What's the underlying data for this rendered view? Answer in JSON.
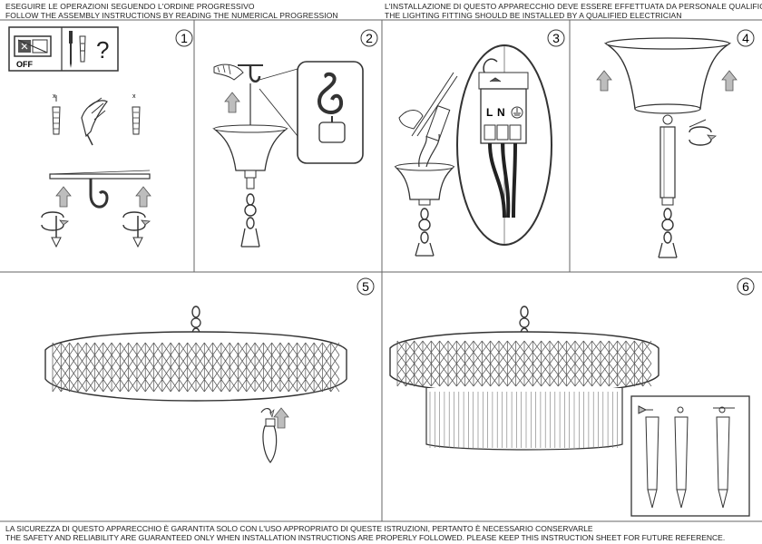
{
  "header_left": {
    "line1": "ESEGUIRE LE OPERAZIONI SEGUENDO L'ORDINE PROGRESSIVO",
    "line2": "FOLLOW THE ASSEMBLY INSTRUCTIONS BY READING THE NUMERICAL PROGRESSION"
  },
  "header_right": {
    "line1": "L'INSTALLAZIONE DI QUESTO APPARECCHIO DEVE ESSERE EFFETTUATA DA PERSONALE QUALIFICATO",
    "line2": "THE LIGHTING FITTING SHOULD BE INSTALLED BY A QUALIFIED ELECTRICIAN"
  },
  "footer": {
    "line1": "LA SICUREZZA DI QUESTO APPARECCHIO È GARANTITA SOLO CON L'USO APPROPRIATO DI QUESTE ISTRUZIONI, PERTANTO È NECESSARIO CONSERVARLE",
    "line2": "THE SAFETY AND RELIABILITY ARE GUARANTEED ONLY WHEN INSTALLATION INSTRUCTIONS ARE PROPERLY FOLLOWED. PLEASE KEEP THIS INSTRUCTION SHEET FOR FUTURE REFERENCE."
  },
  "steps": [
    "1",
    "2",
    "3",
    "4",
    "5",
    "6"
  ],
  "labels": {
    "off": "OFF",
    "question": "?",
    "live": "L",
    "neutral": "N"
  },
  "icons": [
    "power-switch-icon",
    "screwdriver-icon",
    "wall-plug-icon",
    "question-icon",
    "rotate-arrow-icon",
    "up-arrow-icon",
    "earth-icon"
  ],
  "colors": {
    "line": "#333333",
    "arrow_fill": "#bdbdbd",
    "frame": "#555555"
  }
}
